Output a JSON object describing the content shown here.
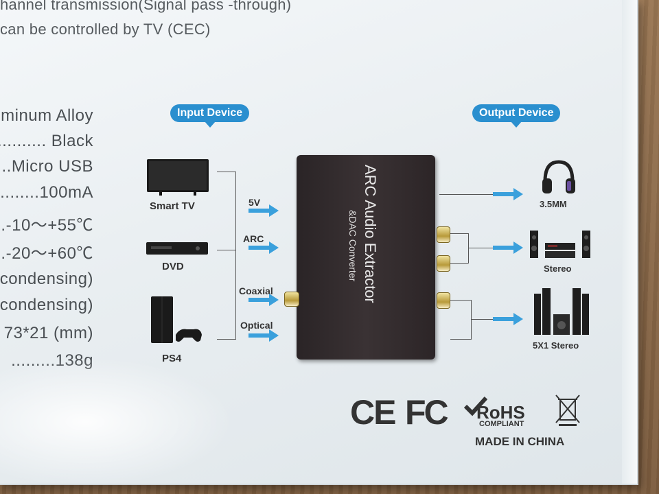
{
  "header": {
    "line1": "hannel transmission(Signal pass -through)",
    "line2": "can be controlled by TV (CEC)"
  },
  "specs": [
    "uminum Alloy",
    ".......... Black",
    "....Micro USB",
    "........100mA",
    "..-10～+55℃",
    "..-20～+60℃",
    "condensing)",
    "condensing)",
    "73*21 (mm)",
    ".........138g"
  ],
  "diagram": {
    "input_title": "Input Device",
    "output_title": "Output Device",
    "input_devices": [
      "Smart TV",
      "DVD",
      "PS4"
    ],
    "signals": [
      "5V",
      "ARC",
      "Coaxial",
      "Optical"
    ],
    "device_title": "ARC Audio Extractor",
    "device_subtitle": "&DAC Converter",
    "output_devices": [
      "3.5MM",
      "Stereo",
      "5X1 Stereo"
    ]
  },
  "certifications": {
    "ce": "CE",
    "fc": "FC",
    "rohs": "RoHS",
    "rohs_sub": "COMPLIANT",
    "made_in": "MADE IN CHINA"
  },
  "colors": {
    "accent_blue": "#2a8fcf",
    "arrow_blue": "#3aa0dc",
    "converter_body": "#2f2729"
  }
}
